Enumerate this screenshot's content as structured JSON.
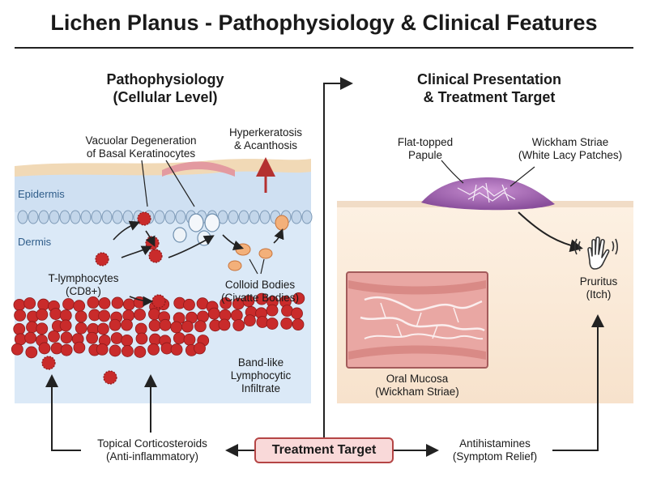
{
  "title": "Lichen Planus - Pathophysiology & Clinical Features",
  "left_panel": {
    "heading_line1": "Pathophysiology",
    "heading_line2": "(Cellular Level)",
    "layer_epidermis": "Epidermis",
    "layer_dermis": "Dermis",
    "vacuolar_line1": "Vacuolar Degeneration",
    "vacuolar_line2": "of Basal Keratinocytes",
    "hyper_line1": "Hyperkeratosis",
    "hyper_line2": "& Acanthosis",
    "tlymph_line1": "T-lymphocytes",
    "tlymph_line2": "(CD8+)",
    "colloid_line1": "Colloid Bodies",
    "colloid_line2": "(Civatte Bodies)",
    "band_line1": "Band-like",
    "band_line2": "Lymphocytic",
    "band_line3": "Infiltrate"
  },
  "right_panel": {
    "heading_line1": "Clinical Presentation",
    "heading_line2": "& Treatment Target",
    "papule_line1": "Flat-topped",
    "papule_line2": "Papule",
    "wickham_line1": "Wickham Striae",
    "wickham_line2": "(White Lacy Patches)",
    "pruritus_line1": "Pruritus",
    "pruritus_line2": "(Itch)",
    "oral_line1": "Oral Mucosa",
    "oral_line2": "(Wickham Striae)"
  },
  "bottom": {
    "treatment_target": "Treatment Target",
    "topical_line1": "Topical Corticosteroids",
    "topical_line2": "(Anti-inflammatory)",
    "antihist_line1": "Antihistamines",
    "antihist_line2": "(Symptom Relief)"
  },
  "colors": {
    "epidermis": "#cfe0f2",
    "dermis": "#dbe9f7",
    "stratum_corneum": "#f1d9b6",
    "lymphocyte": "#c92b2b",
    "skin_surface": "#fbe8d6",
    "papule": "#9b5cab",
    "mucosa": "#e9a7a3",
    "treatment_box": "#f9d9d9",
    "arrow": "#222222",
    "hyper_arrow": "#b43030"
  }
}
